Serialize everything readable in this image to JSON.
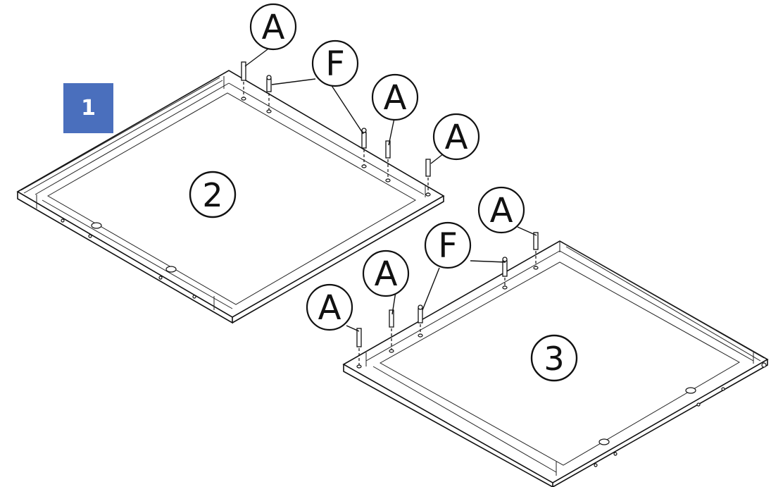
{
  "step": {
    "number": "1",
    "badge_color": "#4a6fbd"
  },
  "panels": [
    {
      "id": "panel-2",
      "label": "2"
    },
    {
      "id": "panel-3",
      "label": "3"
    }
  ],
  "hardware_callouts": [
    {
      "id": "A",
      "label": "A"
    },
    {
      "id": "F",
      "label": "F"
    },
    {
      "id": "A",
      "label": "A"
    },
    {
      "id": "A",
      "label": "A"
    },
    {
      "id": "A",
      "label": "A"
    },
    {
      "id": "F",
      "label": "F"
    },
    {
      "id": "A",
      "label": "A"
    },
    {
      "id": "A",
      "label": "A"
    }
  ]
}
